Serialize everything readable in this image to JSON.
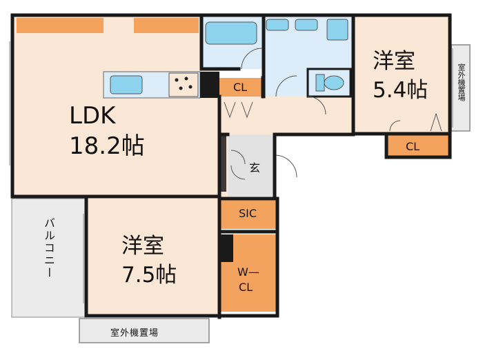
{
  "rooms": {
    "ldk": {
      "name": "LDK",
      "size": "18.2帖"
    },
    "western_large": {
      "name": "洋室",
      "size": "7.5帖"
    },
    "western_small": {
      "name": "洋室",
      "size": "5.4帖"
    }
  },
  "storage": {
    "cl_middle": "CL",
    "cl_right": "CL",
    "sic": "SIC",
    "wcl_line1": "W—",
    "wcl_line2": "CL"
  },
  "entrance": "玄",
  "balcony": "バルコニー",
  "ac_unit_bottom": "室外機置場",
  "ac_unit_right": "室外機置場",
  "colors": {
    "floor": "#fbe7d6",
    "storage": "#f4a35e",
    "wet_area": "#dcecf8",
    "fixture": "#8fd4ee",
    "entrance": "#e2e2e2",
    "balcony": "#ebebeb",
    "wall": "#1a1a1a"
  }
}
